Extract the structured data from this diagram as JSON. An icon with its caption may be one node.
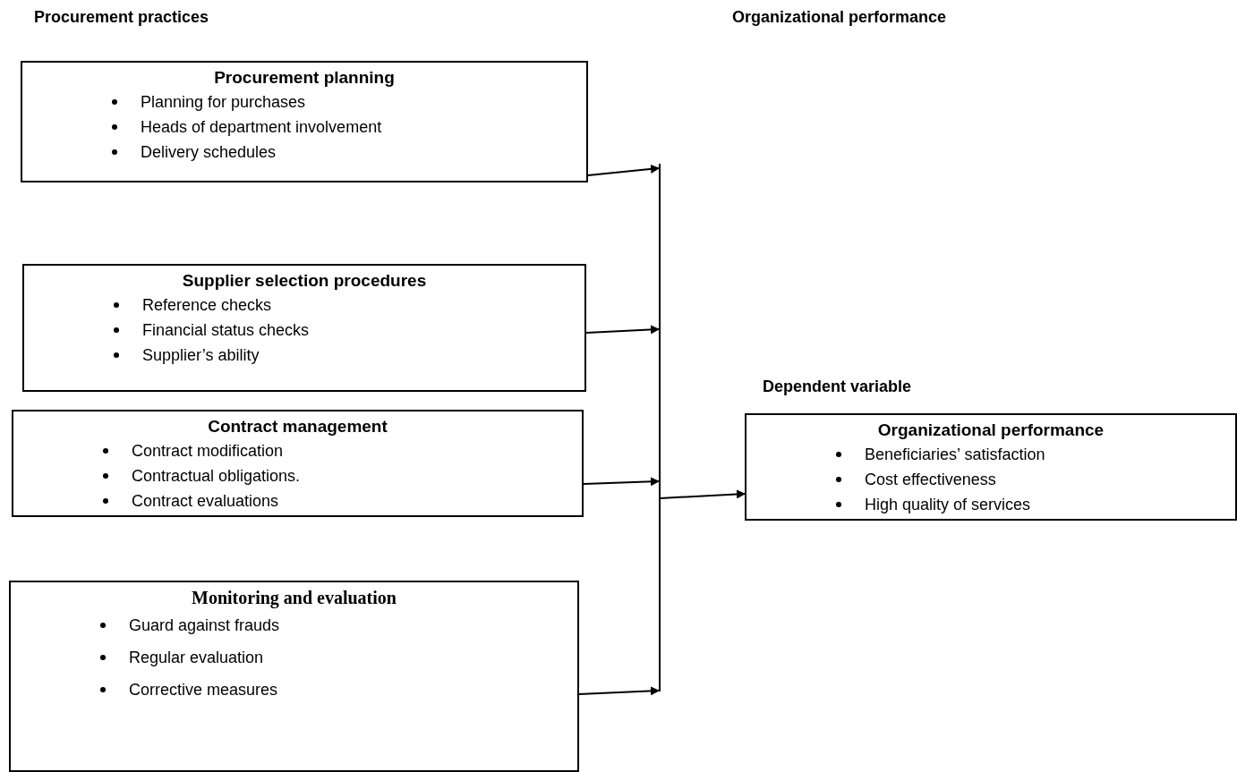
{
  "diagram": {
    "nodes": [
      {
        "text": [
          "Procurement planning",
          "Planning for purchases",
          "Heads of department involvement",
          "Delivery schedules"
        ]
      },
      {
        "text": [
          "Supplier selection procedures",
          "Reference checks",
          "Financial status checks",
          "Supplier’s ability"
        ]
      },
      {
        "text": [
          "Contract management",
          "Contract modification",
          "Contractual obligations.",
          "Contract evaluations"
        ]
      },
      {
        "text": [
          "Monitoring and evaluation",
          "Guard against frauds",
          "Regular evaluation",
          "Corrective measures"
        ]
      },
      {
        "text": [
          "Organizational performance",
          "Beneficiaries’ satisfaction",
          "Cost effectiveness",
          "High quality of services"
        ]
      },
      {
        "text": [],
        "shape": "bar"
      }
    ],
    "edges": [
      {
        "from": 0,
        "to": 5,
        "arrow": "to"
      },
      {
        "from": 1,
        "to": 5,
        "arrow": "to"
      },
      {
        "from": 2,
        "to": 5,
        "arrow": "to"
      },
      {
        "from": 3,
        "to": 5,
        "arrow": "to"
      },
      {
        "from": 5,
        "to": 4,
        "arrow": "to"
      }
    ],
    "labels": [
      "Procurement practices",
      "Organizational performance",
      "Dependent variable"
    ]
  }
}
